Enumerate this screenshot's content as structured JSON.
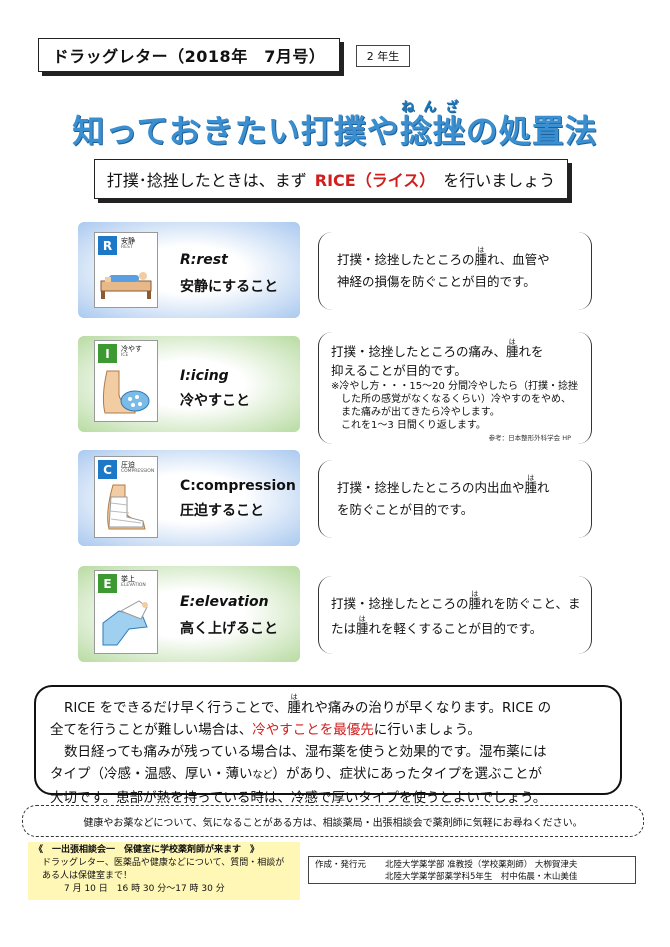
{
  "header": {
    "issue": "ドラッグレター（2018年　7月号）",
    "grade": "2 年生",
    "title_part1": "知っておきたい打撲や",
    "title_kanji": "捻挫",
    "title_ruby": "ねんざ",
    "title_part2": "の処置法"
  },
  "subtitle": {
    "pre": "打撲･捻挫したときは、まず",
    "highlight": "RICE（ライス）",
    "post": "を行いましょう"
  },
  "steps": [
    {
      "letter": "R",
      "card_kanji": "安静",
      "card_eng": "REST",
      "name": "R:rest",
      "jp": "安静にすること",
      "desc_a": "打撲・捻挫したところの",
      "desc_b": "腫",
      "desc_b_ruby": "は",
      "desc_c": "れ、血管や",
      "desc_line2": "神経の損傷を防ぐことが目的です。"
    },
    {
      "letter": "I",
      "card_kanji": "冷やす",
      "card_eng": "ICE",
      "name": "I:icing",
      "jp": "冷やすこと",
      "desc_line1": "打撲・捻挫したところの痛み、",
      "desc_b": "腫",
      "desc_b_ruby": "は",
      "desc_c": "れを",
      "desc_line2": "抑えることが目的です。",
      "note1": "※冷やし方・・・15～20 分間冷やしたら（打撲・捻挫",
      "note2": "した所の感覚がなくなるくらい）冷やすのをやめ、",
      "note3": "また痛みが出てきたら冷やします。",
      "note4": "これを1～3 日間くり返します。",
      "ref": "参考：日本整形外科学会 HP"
    },
    {
      "letter": "C",
      "card_kanji": "圧迫",
      "card_eng": "COMPRESSION",
      "name": "C:compression",
      "jp": "圧迫すること",
      "desc_a": "打撲・捻挫したところの内出血や",
      "desc_b": "腫",
      "desc_b_ruby": "は",
      "desc_c": "れ",
      "desc_line2": "を防ぐことが目的です。"
    },
    {
      "letter": "E",
      "card_kanji": "挙上",
      "card_eng": "ELEVATION",
      "name": "E:elevation",
      "jp": "高く上げること",
      "desc_a": "打撲・捻挫したところの",
      "desc_b": "腫",
      "desc_b_ruby": "は",
      "desc_c": "れを防ぐこと、ま",
      "desc_line2a": "たは",
      "desc_line2b": "腫",
      "desc_line2b_ruby": "は",
      "desc_line2c": "れを軽くすることが目的です。"
    }
  ],
  "summary": {
    "l1a": "RICE をできるだけ早く行うことで、",
    "l1b": "腫",
    "l1b_ruby": "は",
    "l1c": "れや痛みの治りが早くなります。RICE の",
    "l2a": "全てを行うことが難しい場合は、",
    "l2red": "冷やすことを最優先",
    "l2b": "に行いましょう。",
    "l3": "数日経っても痛みが残っている場合は、湿布薬を使うと効果的です。湿布薬には",
    "l4a": "タイプ（冷感・温感、厚い・薄い",
    "l4small": "など",
    "l4b": "）があり、症状にあったタイプを選ぶことが",
    "l5": "大切です。患部が熱を持っている時は、冷感で厚いタイプを使うとよいでしょう。"
  },
  "consult": "健康やお薬などについて、気になることがある方は、相談薬局・出張相談会で薬剤師に気軽にお尋ねください。",
  "event": {
    "title": "《　一出張相談会一　保健室に学校薬剤師が来ます　》",
    "line1": "ドラッグレター、医薬品や健康などについて、質問・相談が",
    "line2": "ある人は保健室まで！",
    "line3": "7 月 10 日　16 時 30 分～17 時 30 分"
  },
  "publisher": {
    "label": "作成・発行元",
    "line1": "北陸大学薬学部 准教授（学校薬剤師） 大栁賀津夫",
    "line2": "北陸大学薬学部薬学科5年生　村中佑晨・木山美佳"
  },
  "colors": {
    "blue": "#1e78c8",
    "green": "#3d9a32",
    "red": "#d21d1d",
    "title_blue": "#3a8fd0"
  }
}
